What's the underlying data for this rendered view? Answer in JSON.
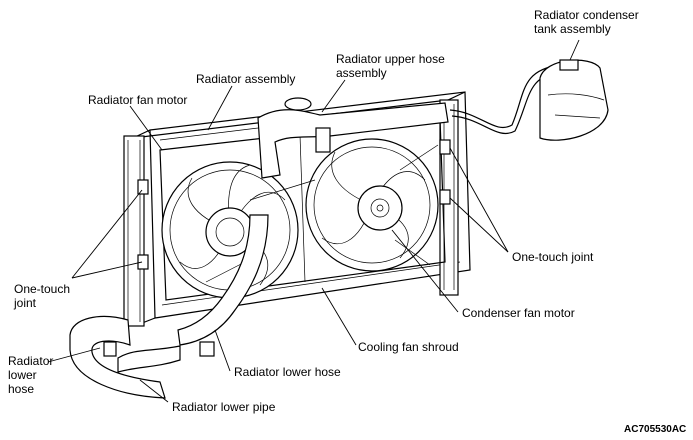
{
  "labels": {
    "radiator_condenser_tank_assembly": "Radiator condenser\ntank assembly",
    "radiator_upper_hose_assembly": "Radiator upper hose\nassembly",
    "radiator_assembly": "Radiator assembly",
    "radiator_fan_motor": "Radiator fan motor",
    "one_touch_joint_right": "One-touch joint",
    "one_touch_joint_left": "One-touch\njoint",
    "condenser_fan_motor": "Condenser fan motor",
    "cooling_fan_shroud": "Cooling fan shroud",
    "radiator_lower_hose_left": "Radiator\nlower\nhose",
    "radiator_lower_hose": "Radiator lower hose",
    "radiator_lower_pipe": "Radiator lower pipe"
  },
  "figure_code": "AC705530AC"
}
